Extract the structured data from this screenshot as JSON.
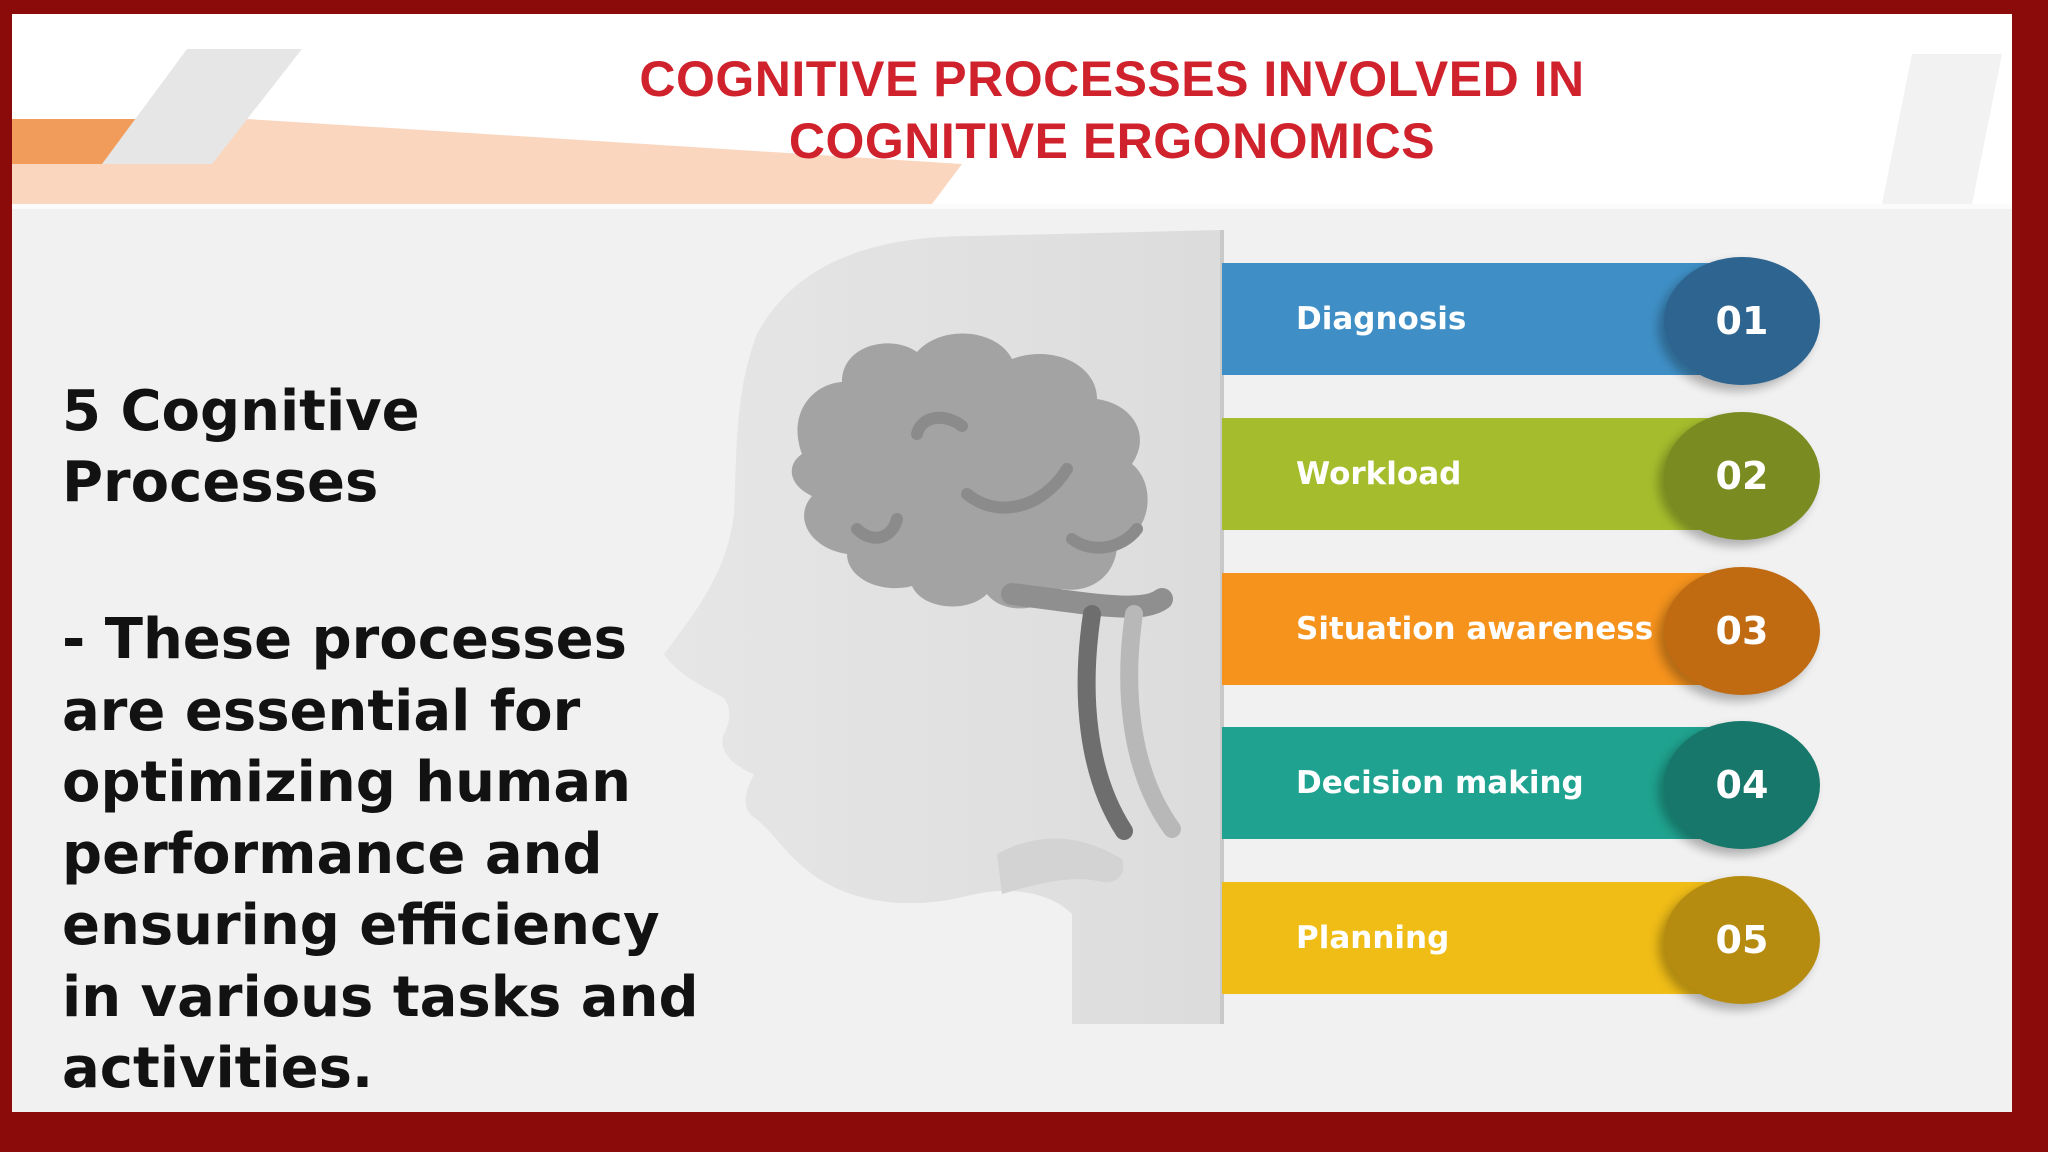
{
  "slide": {
    "title_line1": "COGNITIVE PROCESSES INVOLVED IN",
    "title_line2": "COGNITIVE ERGONOMICS",
    "heading_line1": "5 Cognitive",
    "heading_line2": "Processes",
    "body_lines": [
      "- These processes",
      "are essential for",
      "optimizing human",
      "performance and",
      "ensuring efficiency",
      "in various tasks and",
      "activities."
    ]
  },
  "colors": {
    "frame": "#8b0a0a",
    "title": "#d0222c",
    "accent_orange": "#f29c5c"
  },
  "processes": [
    {
      "number": "01",
      "label": "Diagnosis",
      "bar_color": "#3f8fc6",
      "circle_color": "#2d6590"
    },
    {
      "number": "02",
      "label": "Workload",
      "bar_color": "#a5bd2d",
      "circle_color": "#7a8c21"
    },
    {
      "number": "03",
      "label": "Situation awareness",
      "bar_color": "#f6931d",
      "circle_color": "#c06a12"
    },
    {
      "number": "04",
      "label": "Decision making",
      "bar_color": "#1fa28f",
      "circle_color": "#16776a"
    },
    {
      "number": "05",
      "label": "Planning",
      "bar_color": "#f0bd17",
      "circle_color": "#b58c10"
    }
  ],
  "graphic": {
    "icon": "head-with-brain-icon"
  }
}
